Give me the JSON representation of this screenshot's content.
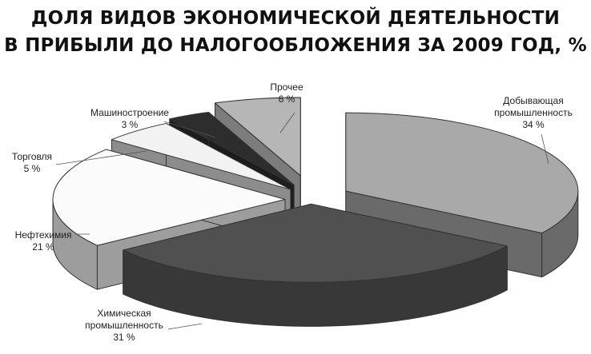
{
  "chart_data": {
    "type": "pie",
    "title_line1": "ДОЛЯ ВИДОВ ЭКОНОМИЧЕСКОЙ ДЕЯТЕЛЬНОСТИ",
    "title_line2": "В ПРИБЫЛИ ДО НАЛОГООБЛОЖЕНИЯ ЗА 2009 ГОД, %",
    "style": "3d-exploded",
    "slices": [
      {
        "label": "Добывающая промышленность",
        "label_lines": [
          "Добывающая",
          "промышленность"
        ],
        "value": 34,
        "value_text": "34 %",
        "top_color": "#a9a9a9",
        "side_color": "#6a6a6a"
      },
      {
        "label": "Химическая промышленность",
        "label_lines": [
          "Химическая",
          "промышленность"
        ],
        "value": 31,
        "value_text": "31 %",
        "top_color": "#505050",
        "side_color": "#383838"
      },
      {
        "label": "Нефтехимия",
        "label_lines": [
          "Нефтехимия"
        ],
        "value": 21,
        "value_text": "21 %",
        "top_color": "#fbfbfb",
        "side_color": "#9d9d9d"
      },
      {
        "label": "Торговля",
        "label_lines": [
          "Торговля"
        ],
        "value": 5,
        "value_text": "5 %",
        "top_color": "#f2f2f2",
        "side_color": "#8c8c8c"
      },
      {
        "label": "Машиностроение",
        "label_lines": [
          "Машиностроение"
        ],
        "value": 3,
        "value_text": "3 %",
        "top_color": "#2d2d2d",
        "side_color": "#1d1d1d"
      },
      {
        "label": "Прочее",
        "label_lines": [
          "Прочее"
        ],
        "value": 6,
        "value_text": "6 %",
        "top_color": "#b6b6b6",
        "side_color": "#7c7c7c"
      }
    ]
  }
}
